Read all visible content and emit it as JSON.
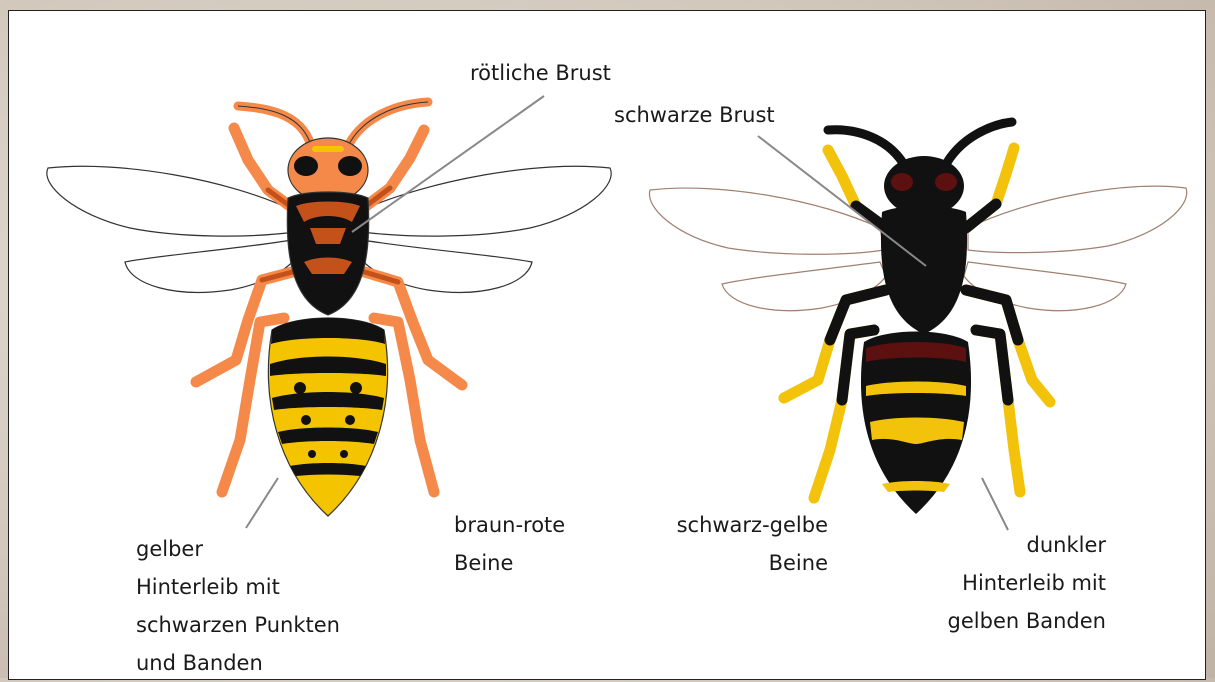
{
  "labels": {
    "hornet_chest": "rötliche Brust",
    "hornet_abdomen": [
      "gelber",
      "Hinterleib mit",
      "schwarzen Punkten",
      "und Banden"
    ],
    "hornet_legs": [
      "braun-rote",
      "Beine"
    ],
    "asian_chest": "schwarze Brust",
    "asian_legs": [
      "schwarz-gelbe",
      "Beine"
    ],
    "asian_abdomen": [
      "dunkler",
      "Hinterleib mit",
      "gelben Banden"
    ]
  },
  "colors": {
    "hornet_orange": "#f4894a",
    "hornet_brown": "#c4501a",
    "hornet_yellow": "#f5c400",
    "black": "#111111",
    "asian_yellow": "#f3c20a",
    "asian_red": "#5c1010",
    "wing_fill": "#ffffff"
  }
}
